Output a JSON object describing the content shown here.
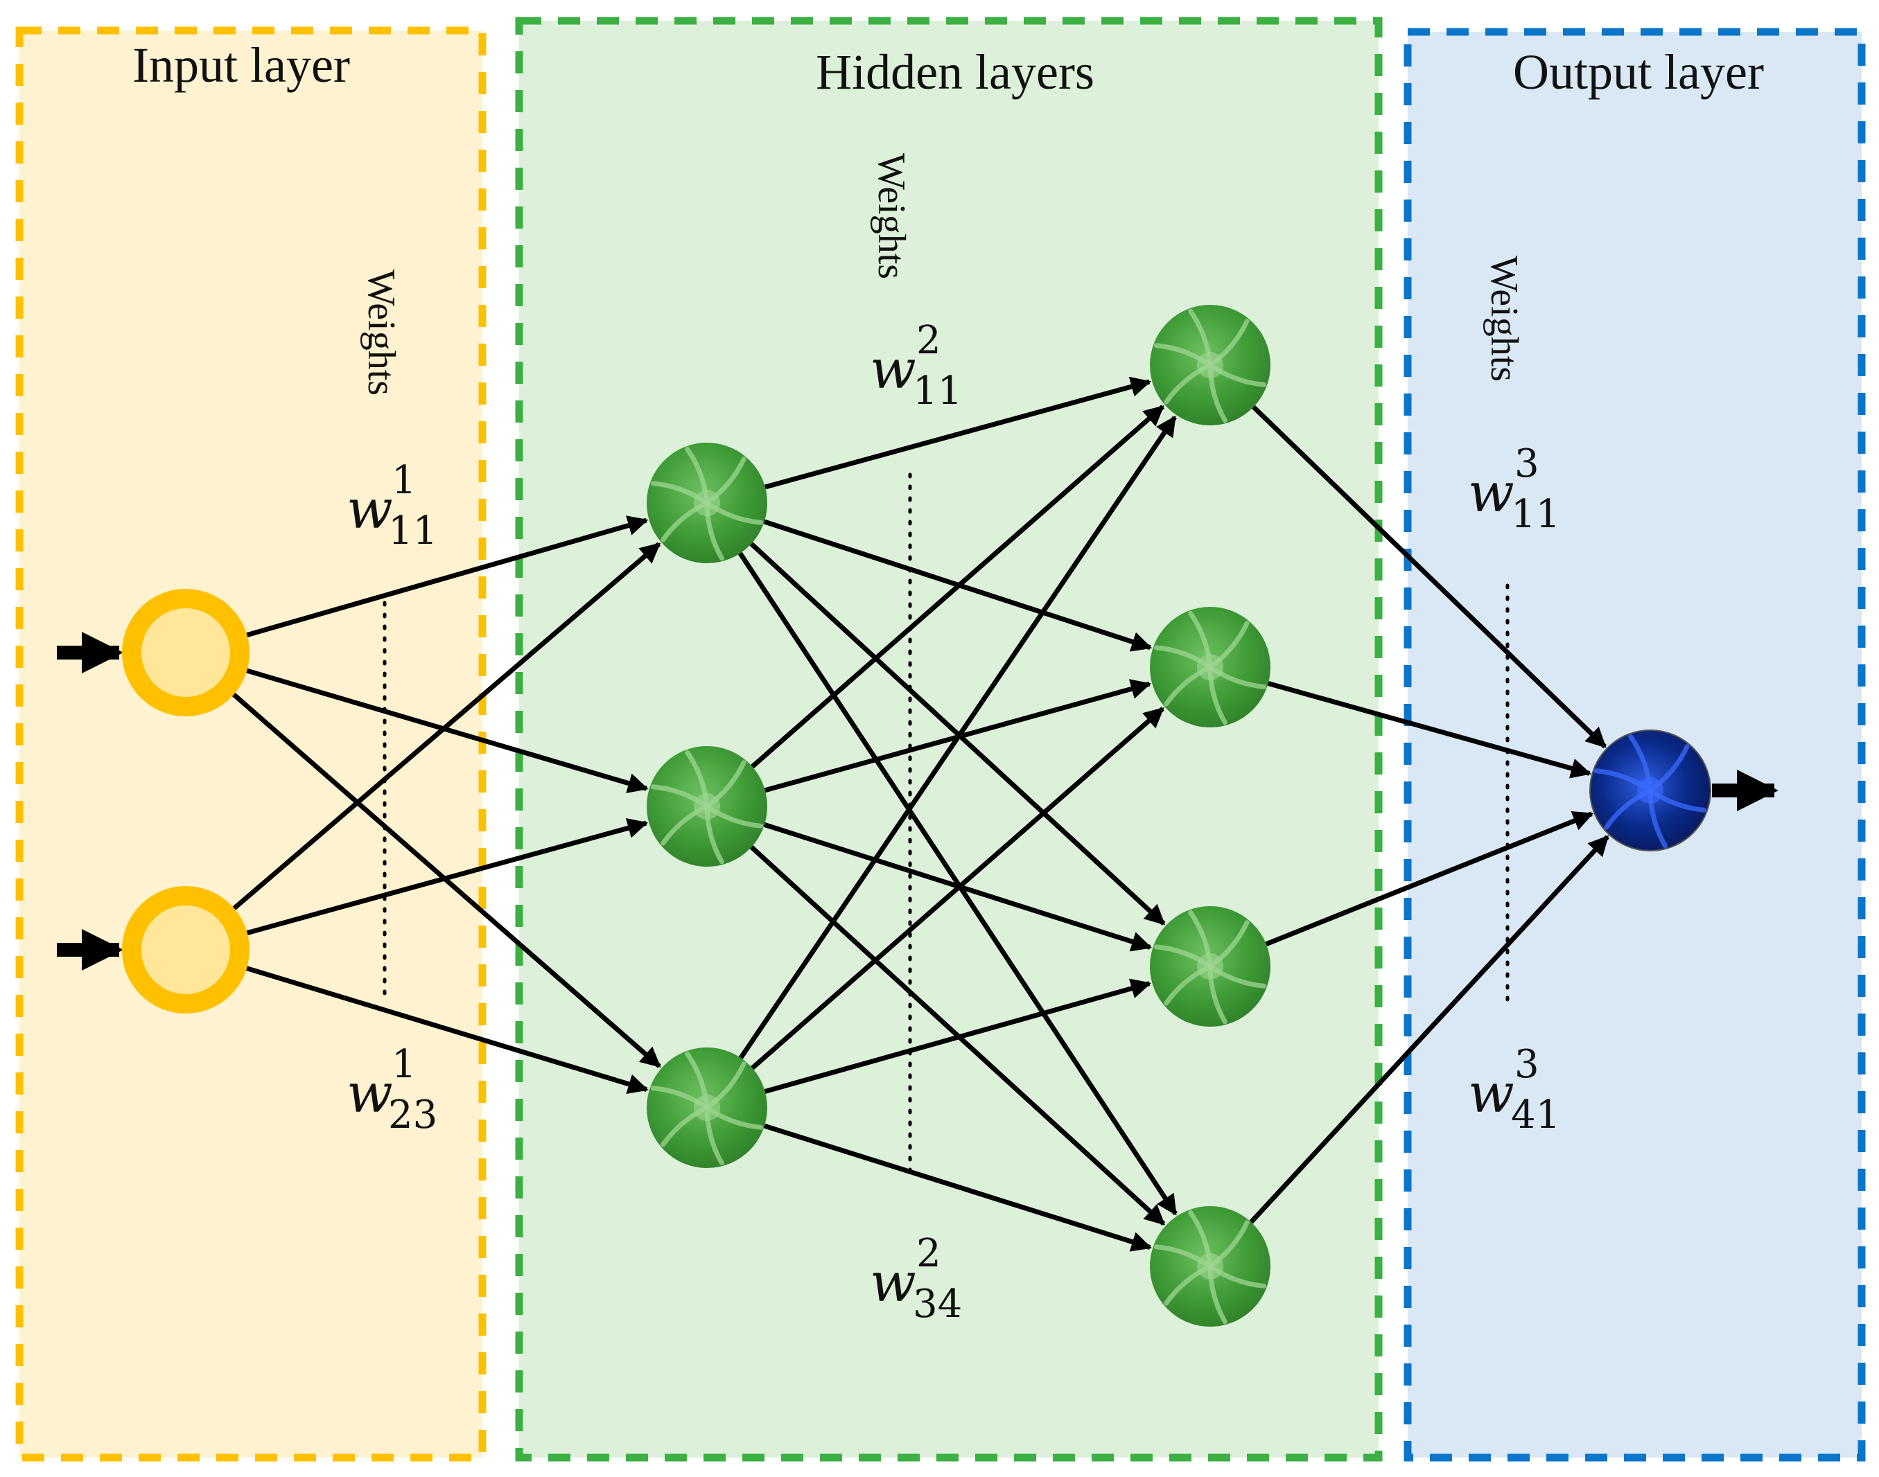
{
  "diagram": {
    "type": "feedforward-neural-network",
    "panels": [
      {
        "id": "input",
        "title": "Input layer",
        "weights_label": "Weights",
        "fill": "#FFF2D0",
        "border": "#FFC000"
      },
      {
        "id": "hidden",
        "title": "Hidden layers",
        "weights_label": "Weights",
        "fill": "#DDF0DA",
        "border": "#3CB043"
      },
      {
        "id": "output",
        "title": "Output layer",
        "weights_label": "Weights",
        "fill": "#DAE8F5",
        "border": "#0B75C9"
      }
    ],
    "layers": [
      {
        "name": "input",
        "nodes": 2,
        "style": "ring",
        "color": "#FFC000",
        "inner": "#FFE699"
      },
      {
        "name": "hidden-1",
        "nodes": 3,
        "style": "neuron",
        "color": "#3A9A35"
      },
      {
        "name": "hidden-2",
        "nodes": 4,
        "style": "neuron",
        "color": "#3A9A35"
      },
      {
        "name": "output",
        "nodes": 1,
        "style": "neuron",
        "color": "#0A2A7A"
      }
    ],
    "weight_labels": [
      {
        "base": "w",
        "sup": "1",
        "sub": "11"
      },
      {
        "base": "w",
        "sup": "1",
        "sub": "23"
      },
      {
        "base": "w",
        "sup": "2",
        "sub": "11"
      },
      {
        "base": "w",
        "sup": "2",
        "sub": "34"
      },
      {
        "base": "w",
        "sup": "3",
        "sub": "11"
      },
      {
        "base": "w",
        "sup": "3",
        "sub": "41"
      }
    ],
    "connections": "fully-connected"
  }
}
